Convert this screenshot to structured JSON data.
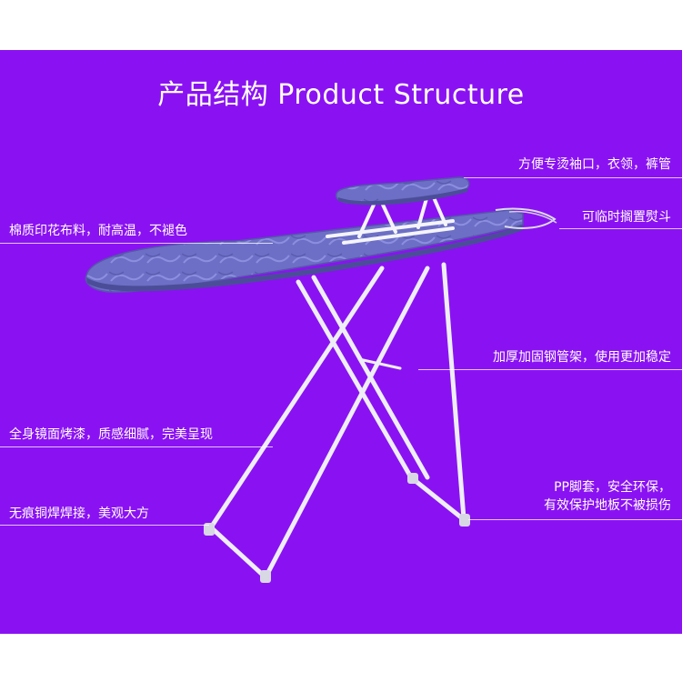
{
  "title": "产品结构 Product Structure",
  "colors": {
    "background": "#8a12f2",
    "board": "#6f6fc4",
    "frame": "#f2f2f8",
    "text": "#ffffff"
  },
  "labels": {
    "sleeve_board": "方便专烫袖口，衣领，裤管",
    "iron_rest": "可临时搁置熨斗",
    "cover": "棉质印花布料，耐高温，不褪色",
    "frame": "加厚加固钢管架，使用更加稳定",
    "paint": "全身镜面烤漆，质感细腻，完美呈现",
    "feet_line1": "PP脚套，安全环保，",
    "feet_line2": "有效保护地板不被损伤",
    "welding": "无痕铜焊焊接，美观大方"
  }
}
